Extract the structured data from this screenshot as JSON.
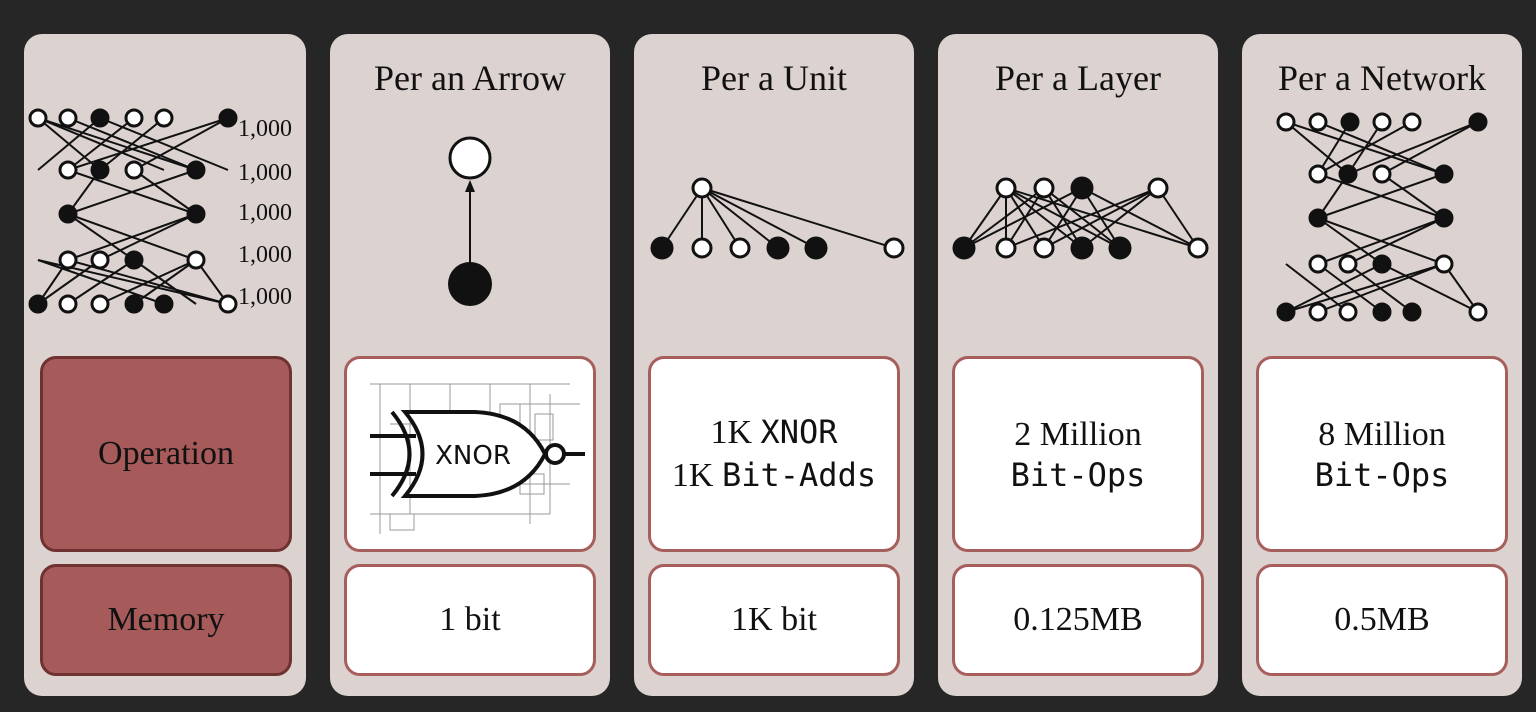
{
  "panels": [
    {
      "title": "",
      "operation": "Operation",
      "memory": "Memory",
      "layer_counts": [
        "1,000",
        "1,000",
        "1,000",
        "1,000",
        "1,000"
      ]
    },
    {
      "title": "Per an Arrow",
      "gate_label": "XNOR",
      "memory": "1 bit"
    },
    {
      "title": "Per a Unit",
      "op_line1": "1K",
      "op_line1_mono": "XNOR",
      "op_line2": "1K",
      "op_line2_mono": "Bit-Adds",
      "memory": "1K bit"
    },
    {
      "title": "Per a Layer",
      "op_line1": "2 Million",
      "op_line2_mono": "Bit-Ops",
      "memory": "0.125MB"
    },
    {
      "title": "Per a Network",
      "op_line1": "8 Million",
      "op_line2_mono": "Bit-Ops",
      "memory": "0.5MB"
    }
  ],
  "colors": {
    "panel": "#dcd3d1",
    "accent": "#a65a59",
    "accent_border": "#6e3231",
    "background": "#262626"
  }
}
